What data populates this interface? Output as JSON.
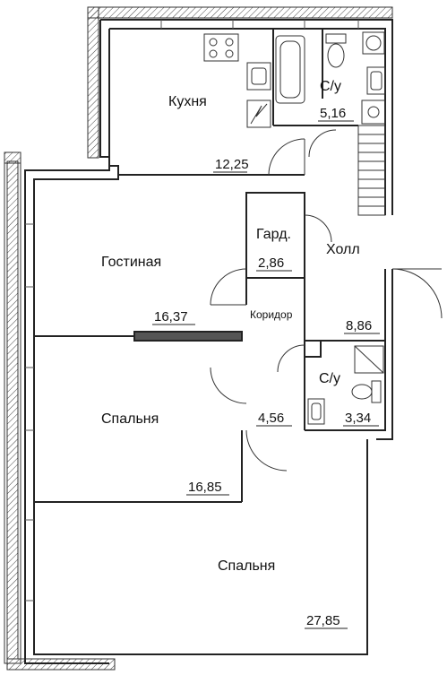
{
  "rooms": [
    {
      "id": "kitchen",
      "name": "Кухня",
      "area": "12,25"
    },
    {
      "id": "bath1",
      "name": "С/у",
      "area": "5,16"
    },
    {
      "id": "wardrobe",
      "name": "Гард.",
      "area": "2,86"
    },
    {
      "id": "hall",
      "name": "Холл",
      "area": "8,86"
    },
    {
      "id": "living",
      "name": "Гостиная",
      "area": "16,37"
    },
    {
      "id": "corridor",
      "name": "Коридор",
      "area": "4,56"
    },
    {
      "id": "bath2",
      "name": "С/у",
      "area": "3,34"
    },
    {
      "id": "bedroom1",
      "name": "Спальня",
      "area": "16,85"
    },
    {
      "id": "bedroom2",
      "name": "Спальня",
      "area": "27,85"
    }
  ]
}
